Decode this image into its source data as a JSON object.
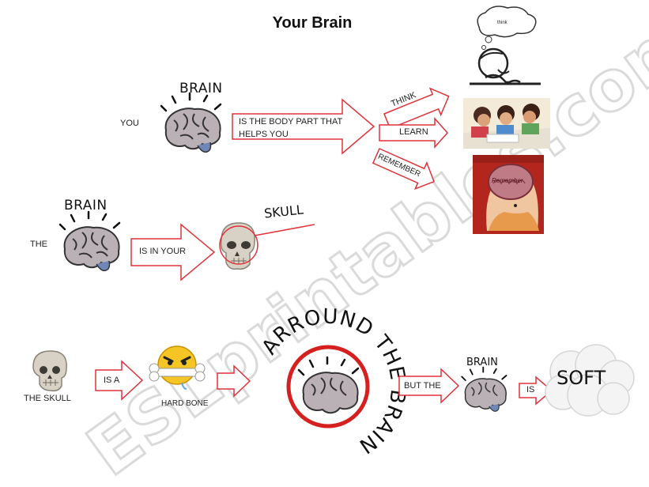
{
  "title": "Your Brain",
  "row1": {
    "you": "YOU",
    "brain_word": "BRAIN",
    "arrow_text_line1": "IS THE BODY PART THAT",
    "arrow_text_line2": "HELPS YOU",
    "verbs": [
      "THINK",
      "LEARN",
      "REMEMBER"
    ],
    "think_bubble": "think",
    "remember_sign": "Remember"
  },
  "row2": {
    "the": "THE",
    "brain_word": "BRAIN",
    "arrow_text": "IS IN YOUR",
    "skull_word": "SKULL"
  },
  "row3": {
    "the_skull": "THE  SKULL",
    "is_a": "IS  A",
    "hard_bone": "HARD BONE",
    "circle_text": "ARROUND THE BRAIN",
    "but_the": "BUT THE",
    "brain_word": "BRAIN",
    "is": "IS",
    "soft": "SOFT"
  },
  "watermark": "ESLprintables.com",
  "colors": {
    "arrow_stroke": "#e0323a",
    "ring": "#d61f1f",
    "brain_fill": "#b8b0b4",
    "watermark": "#c8c8c8"
  }
}
